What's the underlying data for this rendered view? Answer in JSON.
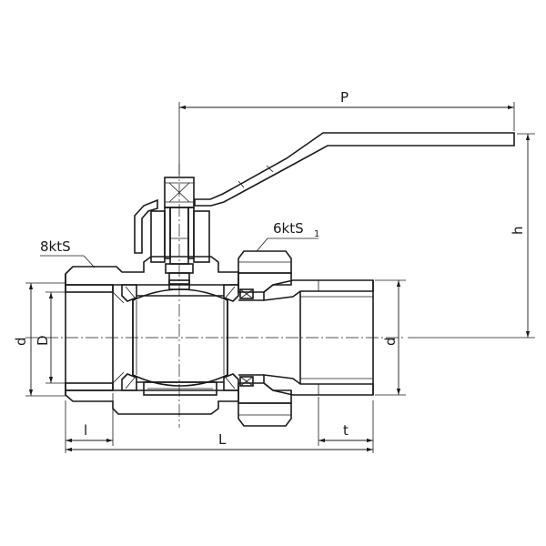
{
  "drawing": {
    "type": "ball valve technical drawing",
    "colors": {
      "line": "#1a1a1a",
      "background": "#ffffff"
    }
  },
  "labels": {
    "P": "P",
    "h": "h",
    "hex_left": "8ktS",
    "hex_right_main": "6ktS",
    "hex_right_sub": "1",
    "d_left": "d",
    "D_left": "D",
    "d_right": "d",
    "l": "l",
    "L": "L",
    "t": "t"
  }
}
